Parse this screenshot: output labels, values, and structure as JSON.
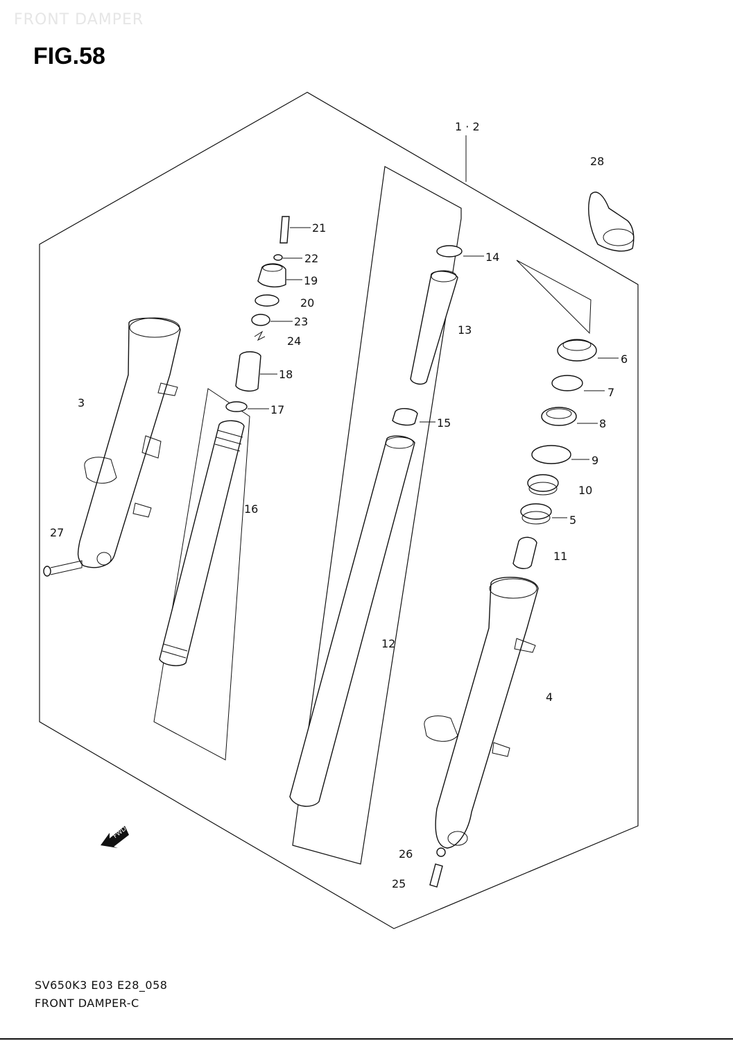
{
  "header": {
    "ghost_title": "FRONT DAMPER",
    "figure_title": "FIG.58"
  },
  "footer": {
    "code": "SV650K3 E03 E28_058",
    "name": "FRONT DAMPER-C"
  },
  "fwd_label": "FWD",
  "callouts": [
    {
      "id": "c-1-2",
      "text": "1 · 2"
    },
    {
      "id": "c-28",
      "text": "28"
    },
    {
      "id": "c-21",
      "text": "21"
    },
    {
      "id": "c-22",
      "text": "22"
    },
    {
      "id": "c-19",
      "text": "19"
    },
    {
      "id": "c-20",
      "text": "20"
    },
    {
      "id": "c-23",
      "text": "23"
    },
    {
      "id": "c-24",
      "text": "24"
    },
    {
      "id": "c-18",
      "text": "18"
    },
    {
      "id": "c-17",
      "text": "17"
    },
    {
      "id": "c-16",
      "text": "16"
    },
    {
      "id": "c-14",
      "text": "14"
    },
    {
      "id": "c-13",
      "text": "13"
    },
    {
      "id": "c-15",
      "text": "15"
    },
    {
      "id": "c-12",
      "text": "12"
    },
    {
      "id": "c-6",
      "text": "6"
    },
    {
      "id": "c-7",
      "text": "7"
    },
    {
      "id": "c-8",
      "text": "8"
    },
    {
      "id": "c-9",
      "text": "9"
    },
    {
      "id": "c-10",
      "text": "10"
    },
    {
      "id": "c-5",
      "text": "5"
    },
    {
      "id": "c-11",
      "text": "11"
    },
    {
      "id": "c-4",
      "text": "4"
    },
    {
      "id": "c-3",
      "text": "3"
    },
    {
      "id": "c-27",
      "text": "27"
    },
    {
      "id": "c-26",
      "text": "26"
    },
    {
      "id": "c-25",
      "text": "25"
    }
  ]
}
